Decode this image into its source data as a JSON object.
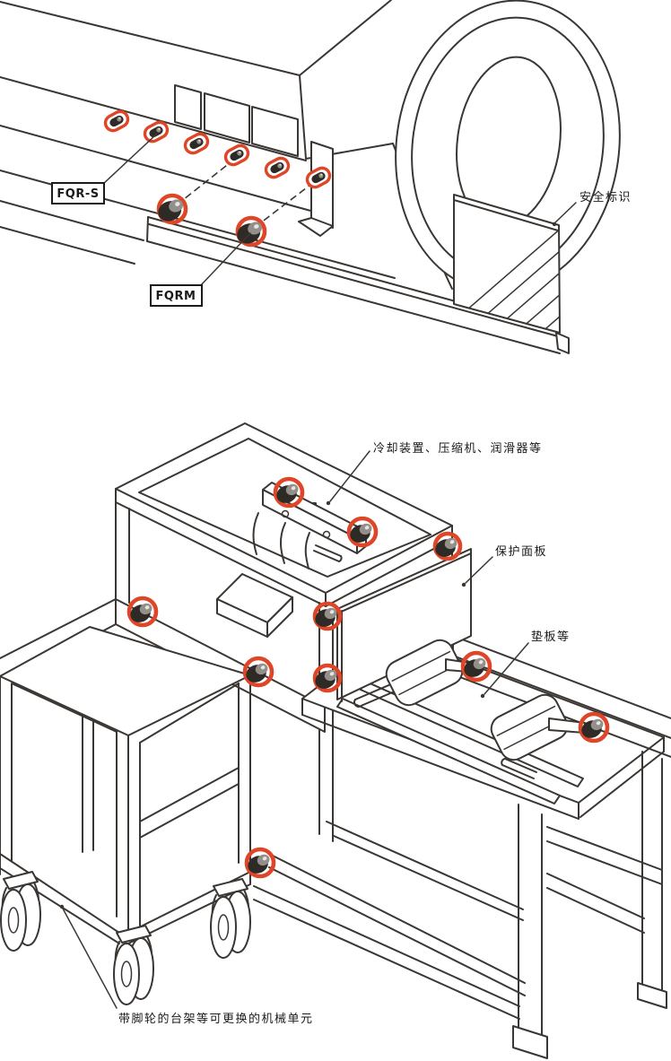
{
  "colors": {
    "line": "#3a3633",
    "accent_red": "#df4527",
    "fastener_dark": "#2e2a26",
    "fastener_gray": "#93908b",
    "text": "#1c1b1a",
    "background": "#ffffff"
  },
  "figures": {
    "top": {
      "labels": {
        "fqr_s": "FQR-S",
        "fqrm": "FQRM",
        "safety_sign": "安全标识"
      }
    },
    "bottom": {
      "labels": {
        "cooling_unit": "冷却装置、压缩机、润滑器等",
        "protective_panel": "保护面板",
        "backing_plate": "垫板等",
        "caster_stand": "带脚轮的台架等可更换的机械单元"
      }
    }
  }
}
